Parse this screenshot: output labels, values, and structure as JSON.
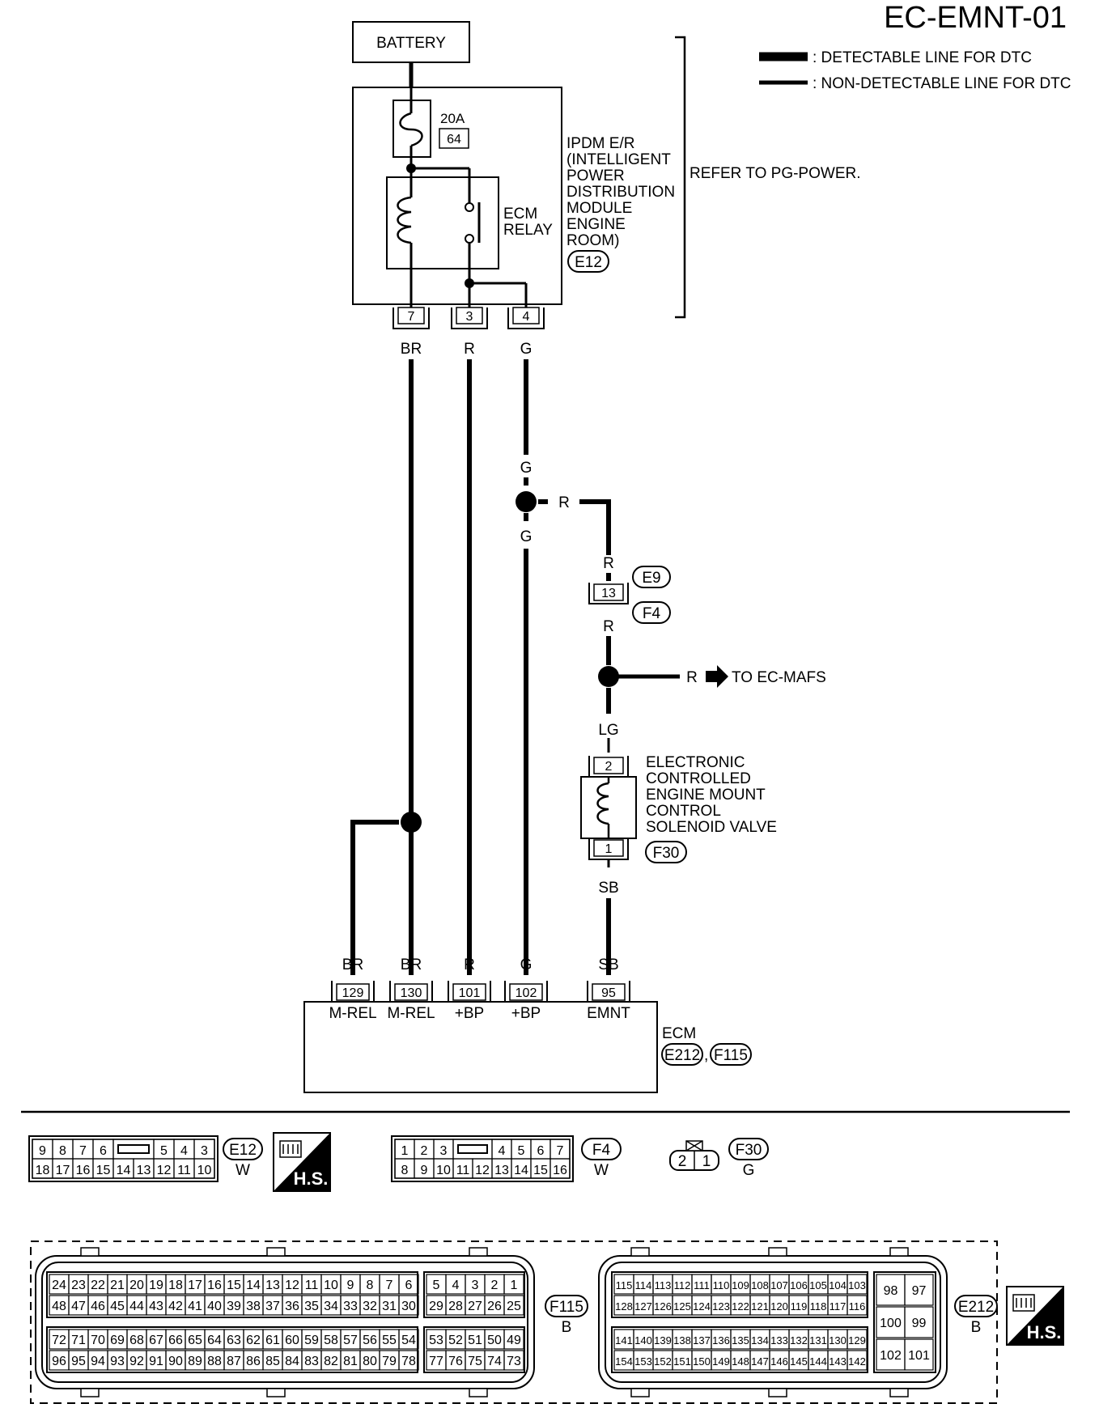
{
  "header": {
    "code": "EC-EMNT-01"
  },
  "legend": {
    "detectable": ": DETECTABLE LINE FOR DTC",
    "non_detectable": ": NON-DETECTABLE LINE FOR DTC"
  },
  "battery": "BATTERY",
  "fuse": {
    "rating": "20A",
    "number": "64"
  },
  "relay_label": [
    "ECM",
    "RELAY"
  ],
  "ipdm": {
    "lines": [
      "IPDM E/R",
      "(INTELLIGENT",
      "POWER",
      "DISTRIBUTION",
      "MODULE",
      "ENGINE",
      "ROOM)"
    ],
    "connector": "E12",
    "refer": "REFER TO PG-POWER.",
    "pins": [
      "7",
      "3",
      "4"
    ]
  },
  "wires": {
    "br": "BR",
    "r": "R",
    "g": "G",
    "lg": "LG",
    "sb": "SB"
  },
  "joint": {
    "connector_top": "E9",
    "connector_bottom": "F4",
    "pin": "13"
  },
  "to_mafs": "TO EC-MAFS",
  "solenoid": {
    "lines": [
      "ELECTRONIC",
      "CONTROLLED",
      "ENGINE MOUNT",
      "CONTROL",
      "SOLENOID VALVE"
    ],
    "connector": "F30",
    "pin_top": "2",
    "pin_bottom": "1"
  },
  "ecm": {
    "label": "ECM",
    "connectors": [
      "E212",
      "F115"
    ],
    "sep": ",",
    "terminals": [
      {
        "pin": "129",
        "name": "M-REL",
        "wire": "BR"
      },
      {
        "pin": "130",
        "name": "M-REL",
        "wire": "BR"
      },
      {
        "pin": "101",
        "name": "+BP",
        "wire": "R"
      },
      {
        "pin": "102",
        "name": "+BP",
        "wire": "G"
      },
      {
        "pin": "95",
        "name": "EMNT",
        "wire": "SB"
      }
    ]
  },
  "connector_views": {
    "e12": {
      "top": [
        "9",
        "8",
        "7",
        "6",
        "",
        "5",
        "4",
        "3"
      ],
      "bottom": [
        "18",
        "17",
        "16",
        "15",
        "14",
        "13",
        "12",
        "11",
        "10"
      ],
      "id": "E12",
      "color": "W",
      "hs": "H.S."
    },
    "f4": {
      "top": [
        "1",
        "2",
        "3",
        "",
        "4",
        "5",
        "6",
        "7"
      ],
      "bottom": [
        "8",
        "9",
        "10",
        "11",
        "12",
        "13",
        "14",
        "15",
        "16"
      ],
      "id": "F4",
      "color": "W"
    },
    "f30": {
      "pins": [
        "2",
        "1"
      ],
      "id": "F30",
      "color": "G"
    },
    "f115": {
      "id": "F115",
      "color": "B",
      "row1a": [
        "24",
        "23",
        "22",
        "21",
        "20",
        "19",
        "18",
        "17",
        "16",
        "15",
        "14",
        "13",
        "12",
        "11",
        "10",
        "9",
        "8",
        "7",
        "6"
      ],
      "row1b": [
        "5",
        "4",
        "3",
        "2",
        "1"
      ],
      "row2a": [
        "48",
        "47",
        "46",
        "45",
        "44",
        "43",
        "42",
        "41",
        "40",
        "39",
        "38",
        "37",
        "36",
        "35",
        "34",
        "33",
        "32",
        "31",
        "30"
      ],
      "row2b": [
        "29",
        "28",
        "27",
        "26",
        "25"
      ],
      "row3a": [
        "72",
        "71",
        "70",
        "69",
        "68",
        "67",
        "66",
        "65",
        "64",
        "63",
        "62",
        "61",
        "60",
        "59",
        "58",
        "57",
        "56",
        "55",
        "54"
      ],
      "row3b": [
        "53",
        "52",
        "51",
        "50",
        "49"
      ],
      "row4a": [
        "96",
        "95",
        "94",
        "93",
        "92",
        "91",
        "90",
        "89",
        "88",
        "87",
        "86",
        "85",
        "84",
        "83",
        "82",
        "81",
        "80",
        "79",
        "78"
      ],
      "row4b": [
        "77",
        "76",
        "75",
        "74",
        "73"
      ]
    },
    "e212": {
      "id": "E212",
      "color": "B",
      "hs": "H.S.",
      "row1": [
        "115",
        "114",
        "113",
        "112",
        "111",
        "110",
        "109",
        "108",
        "107",
        "106",
        "105",
        "104",
        "103"
      ],
      "row2": [
        "128",
        "127",
        "126",
        "125",
        "124",
        "123",
        "122",
        "121",
        "120",
        "119",
        "118",
        "117",
        "116"
      ],
      "row3": [
        "141",
        "140",
        "139",
        "138",
        "137",
        "136",
        "135",
        "134",
        "133",
        "132",
        "131",
        "130",
        "129"
      ],
      "row4": [
        "154",
        "153",
        "152",
        "151",
        "150",
        "149",
        "148",
        "147",
        "146",
        "145",
        "144",
        "143",
        "142"
      ],
      "side": [
        "98",
        "97",
        "100",
        "99",
        "102",
        "101"
      ]
    }
  }
}
